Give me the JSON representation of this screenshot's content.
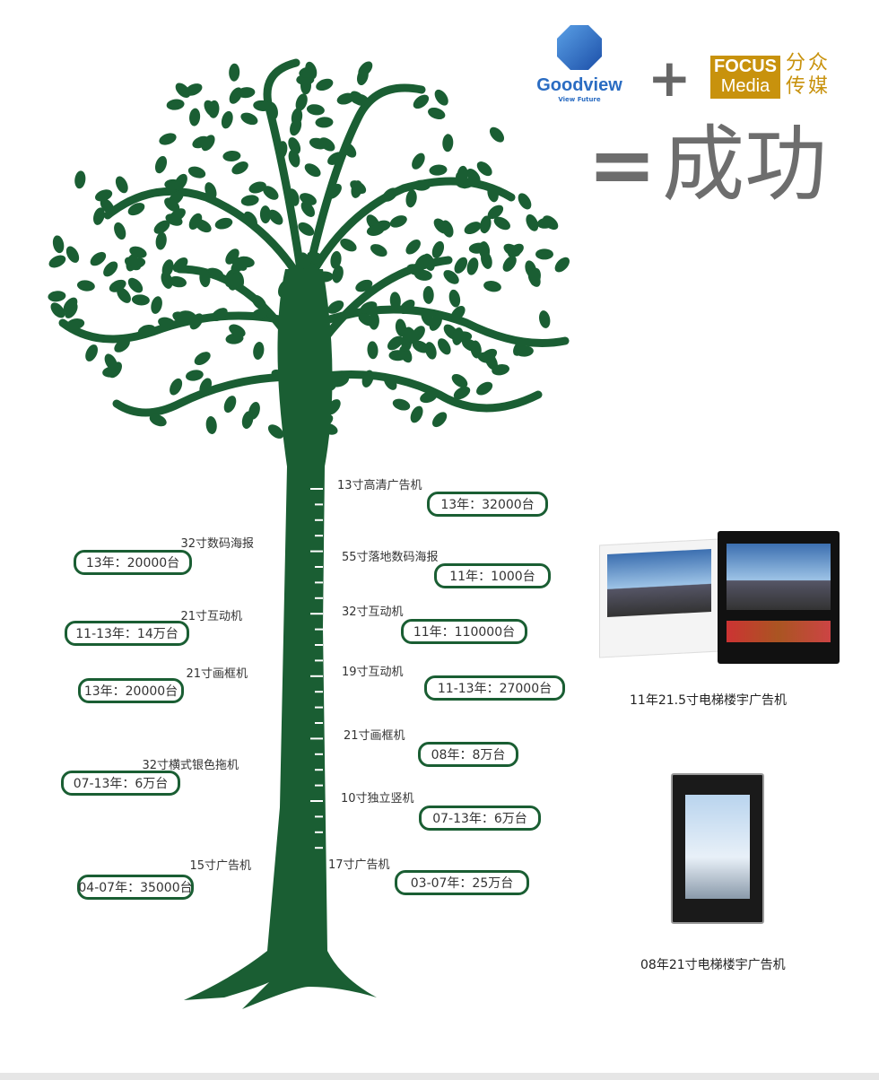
{
  "logos": {
    "goodview_name": "Goodview",
    "goodview_tagline": "View Future",
    "plus": "+",
    "focus_line1": "FOCUS",
    "focus_line2": "Media",
    "focus_cn_line1": "分众",
    "focus_cn_line2": "传媒"
  },
  "headline": {
    "equals": "=",
    "text": "成功"
  },
  "colors": {
    "tree": "#1a5e33",
    "gray": "#6d6d6d",
    "gold": "#c8920d",
    "blue": "#2a6cc2"
  },
  "right_items": [
    {
      "label": "13寸高清广告机",
      "value": "13年：32000台"
    },
    {
      "label": "55寸落地数码海报",
      "value": "11年：1000台"
    },
    {
      "label": "32寸互动机",
      "value": "11年：110000台"
    },
    {
      "label": "19寸互动机",
      "value": "11-13年：27000台"
    },
    {
      "label": "21寸画框机",
      "value": "08年：8万台"
    },
    {
      "label": "10寸独立竖机",
      "value": "07-13年：6万台"
    },
    {
      "label": "17寸广告机",
      "value": "03-07年：25万台"
    }
  ],
  "left_items": [
    {
      "label": "32寸数码海报",
      "value": "13年：20000台"
    },
    {
      "label": "21寸互动机",
      "value": "11-13年：14万台"
    },
    {
      "label": "21寸画框机",
      "value": "13年：20000台"
    },
    {
      "label": "32寸横式银色拖机",
      "value": "07-13年：6万台"
    },
    {
      "label": "15寸广告机",
      "value": "04-07年：35000台"
    }
  ],
  "products": [
    {
      "caption": "11年21.5寸电梯楼宇广告机"
    },
    {
      "caption": "08年21寸电梯楼宇广告机"
    }
  ]
}
